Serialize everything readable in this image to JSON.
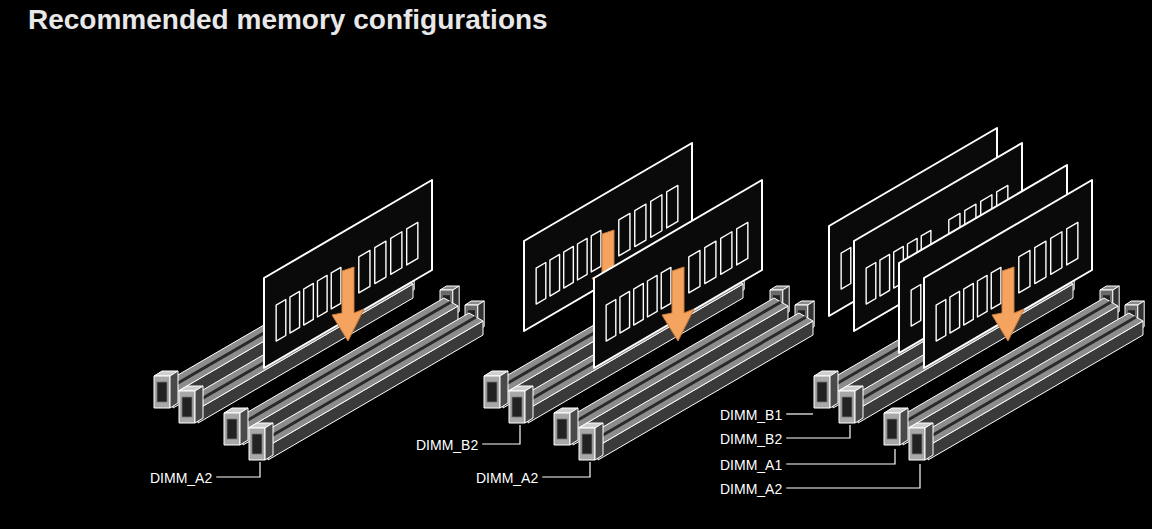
{
  "diagram": {
    "title": "Recommended memory configurations",
    "labels": [
      "DIMM_A2",
      "DIMM_B2",
      "DIMM_A2",
      "DIMM_B1",
      "DIMM_B2",
      "DIMM_A1",
      "DIMM_A2"
    ]
  }
}
